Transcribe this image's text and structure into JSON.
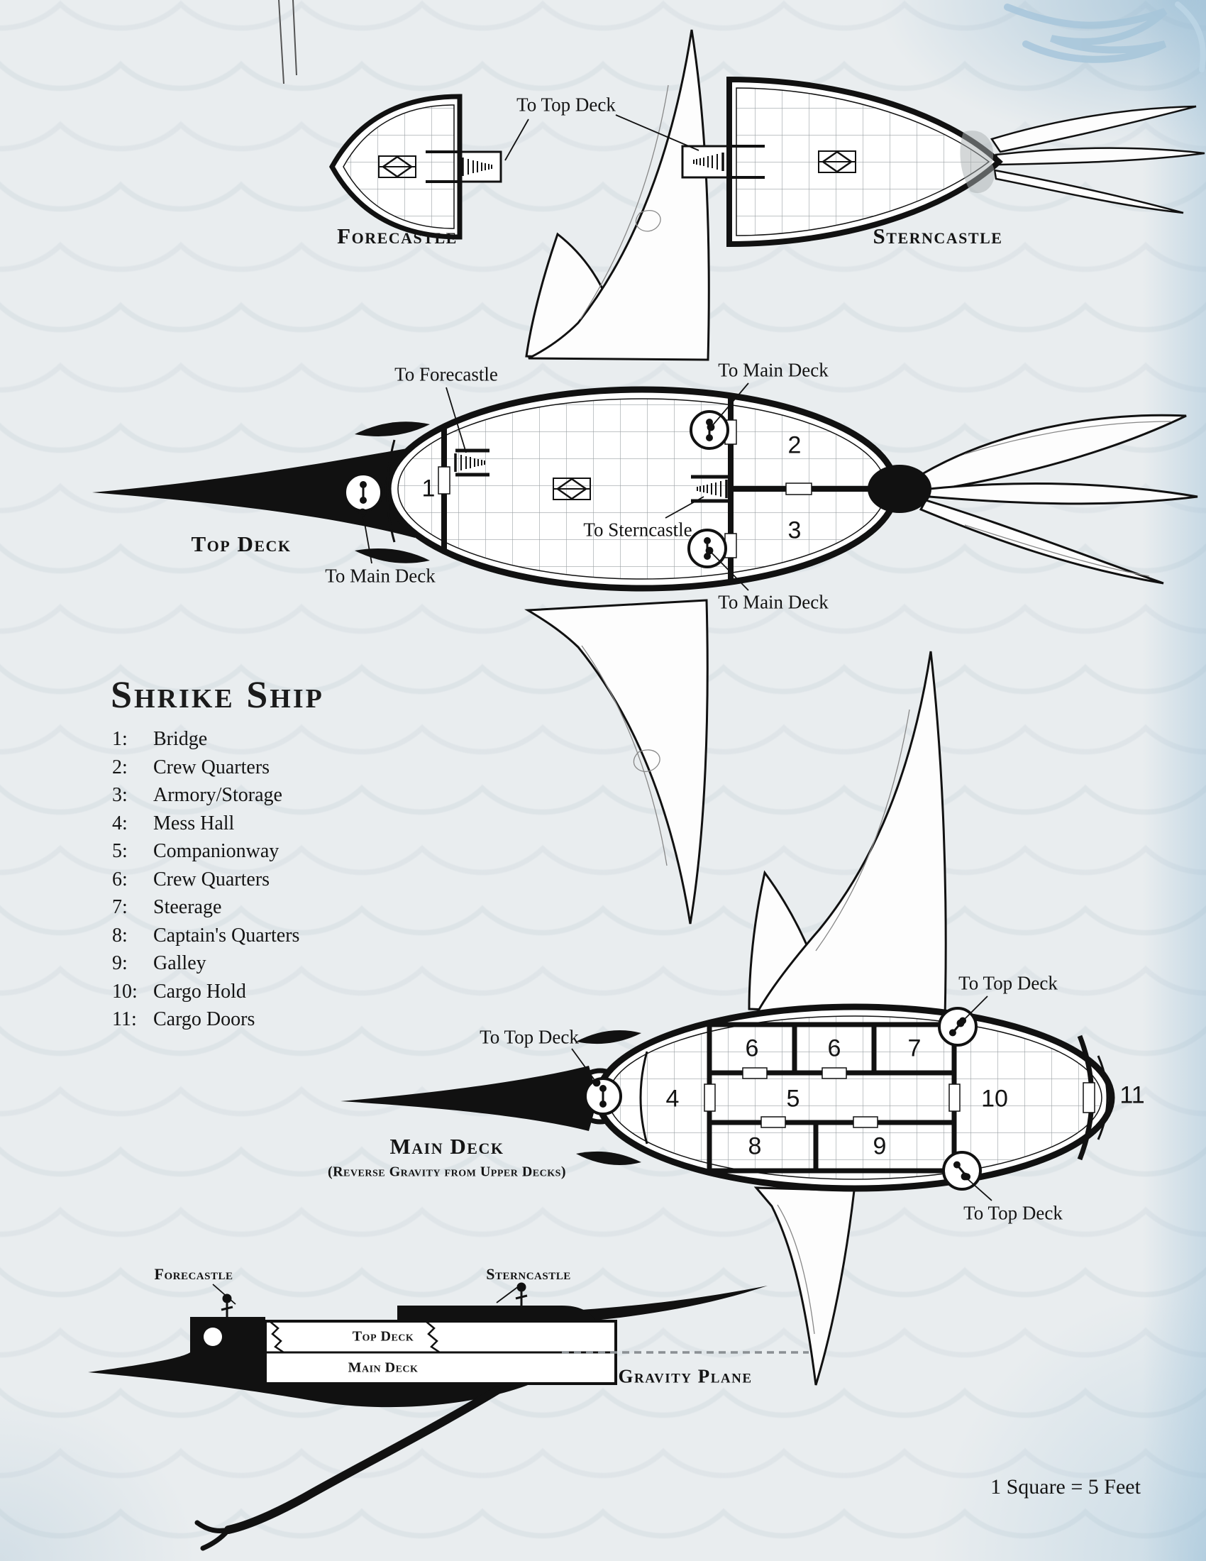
{
  "title": "Shrike Ship",
  "scale_note": "1 Square = 5 Feet",
  "legend": [
    {
      "num": "1:",
      "label": "Bridge"
    },
    {
      "num": "2:",
      "label": "Crew Quarters"
    },
    {
      "num": "3:",
      "label": "Armory/Storage"
    },
    {
      "num": "4:",
      "label": "Mess Hall"
    },
    {
      "num": "5:",
      "label": "Companionway"
    },
    {
      "num": "6:",
      "label": "Crew Quarters"
    },
    {
      "num": "7:",
      "label": "Steerage"
    },
    {
      "num": "8:",
      "label": "Captain's Quarters"
    },
    {
      "num": "9:",
      "label": "Galley"
    },
    {
      "num": "10:",
      "label": "Cargo Hold"
    },
    {
      "num": "11:",
      "label": "Cargo Doors"
    }
  ],
  "deck_labels": {
    "forecastle": "Forecastle",
    "sterncastle": "Sterncastle",
    "top_deck": "Top Deck",
    "main_deck": "Main Deck",
    "main_deck_note": "(Reverse Gravity from Upper Decks)"
  },
  "annotations": {
    "to_top_deck": "To Top Deck",
    "to_forecastle": "To Forecastle",
    "to_sterncastle": "To Sterncastle",
    "to_main_deck": "To Main Deck",
    "gravity_plane": "Gravity Plane"
  },
  "profile_labels": {
    "forecastle": "Forecastle",
    "sterncastle": "Sterncastle",
    "top_deck": "Top Deck",
    "main_deck": "Main Deck"
  },
  "rooms": {
    "r1": "1",
    "r2": "2",
    "r3": "3",
    "r4": "4",
    "r5": "5",
    "r6a": "6",
    "r6b": "6",
    "r7": "7",
    "r8": "8",
    "r9": "9",
    "r10": "10",
    "r11": "11"
  },
  "colors": {
    "ink": "#161616",
    "paper": "#e9edef",
    "accent": "#a7c6da"
  }
}
